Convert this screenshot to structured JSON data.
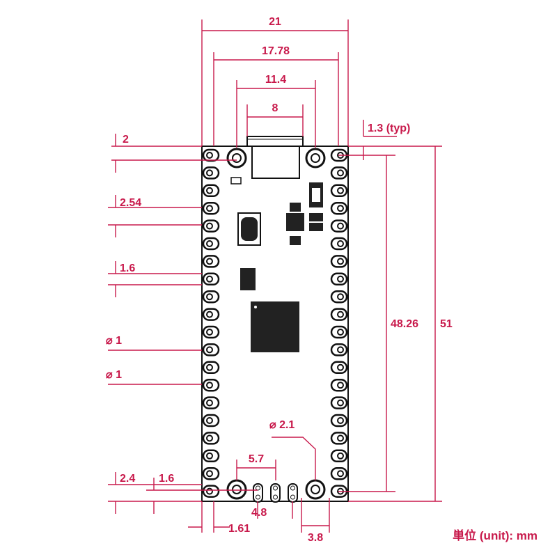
{
  "board": {
    "pins_per_side": 20,
    "outline_color": "#111111",
    "pad_color": "#ffffff"
  },
  "dimension_color": "#c8194b",
  "labels": {
    "width_total": "21",
    "pin_row_spacing": "17.78",
    "mount_hole_x": "11.4",
    "usb_width": "8",
    "usb_overhang": "1.3 (typ)",
    "top_hole_offset": "2",
    "pin_pitch": "2.54",
    "pin_offset": "1.6",
    "hole_dia_1": "⌀ 1",
    "hole_dia_2": "⌀ 1",
    "mount_hole_dia": "⌀ 2.1",
    "debug_spacing": "5.7",
    "bottom_offset": "2.4",
    "bottom_pin_offset": "1.6",
    "debug_pitch": "4.8",
    "left_offset": "1.61",
    "hole_edge": "3.8",
    "length_pins": "48.26",
    "length_total": "51"
  },
  "unit_label": "単位 (unit): mm"
}
